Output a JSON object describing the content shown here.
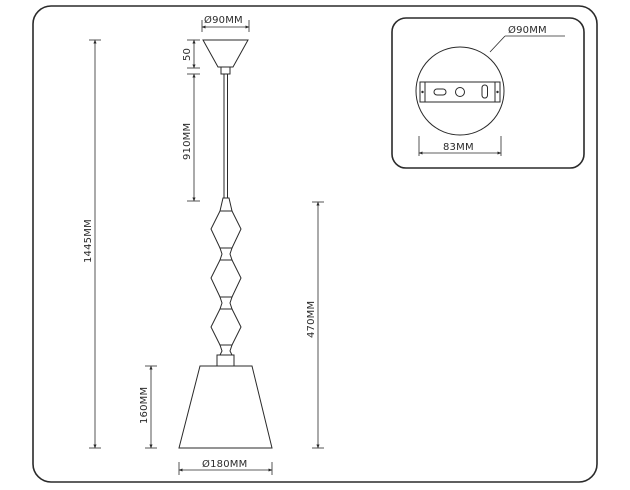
{
  "drawing": {
    "subject": "pendant lamp dimension drawing",
    "line_color": "#2a2a2a",
    "background": "#ffffff"
  },
  "dimensions": {
    "canopy_diameter": "Ø90MM",
    "canopy_height": "50",
    "rod_length": "910MM",
    "total_height": "1445MM",
    "body_height": "470MM",
    "shade_height": "160MM",
    "shade_diameter": "Ø180MM"
  },
  "inset": {
    "base_diameter": "Ø90MM",
    "bracket_width": "83MM"
  }
}
